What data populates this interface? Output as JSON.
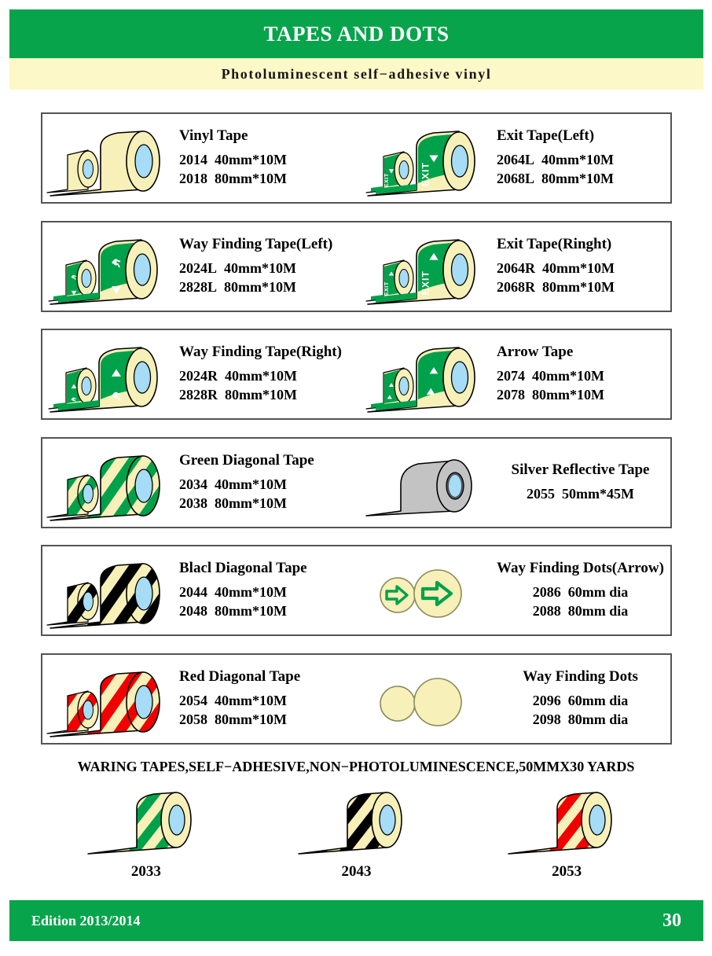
{
  "header": {
    "title": "TAPES AND DOTS",
    "subtitle": "Photoluminescent self−adhesive vinyl",
    "band_color": "#07a44b",
    "sub_band_color": "#fdf8c8"
  },
  "products": [
    {
      "id": "vinyl-tape",
      "title": "Vinyl Tape",
      "art": "roll-plain",
      "lines": [
        {
          "sku": "2014",
          "size": "40mm*10M"
        },
        {
          "sku": "2018",
          "size": "80mm*10M"
        }
      ]
    },
    {
      "id": "exit-tape-left",
      "title": "Exit Tape(Left)",
      "art": "roll-exit-left",
      "lines": [
        {
          "sku": "2064L",
          "size": "40mm*10M"
        },
        {
          "sku": "2068L",
          "size": "80mm*10M"
        }
      ]
    },
    {
      "id": "way-finding-tape-left",
      "title": "Way Finding Tape(Left)",
      "art": "roll-wayfind-left",
      "lines": [
        {
          "sku": "2024L",
          "size": "40mm*10M"
        },
        {
          "sku": "2828L",
          "size": "80mm*10M"
        }
      ]
    },
    {
      "id": "exit-tape-right",
      "title": "Exit Tape(Ringht)",
      "art": "roll-exit-right",
      "lines": [
        {
          "sku": "2064R",
          "size": "40mm*10M"
        },
        {
          "sku": "2068R",
          "size": "80mm*10M"
        }
      ]
    },
    {
      "id": "way-finding-tape-right",
      "title": "Way Finding Tape(Right)",
      "art": "roll-wayfind-right",
      "lines": [
        {
          "sku": "2024R",
          "size": "40mm*10M"
        },
        {
          "sku": "2828R",
          "size": "80mm*10M"
        }
      ]
    },
    {
      "id": "arrow-tape",
      "title": "Arrow Tape",
      "art": "roll-arrow",
      "lines": [
        {
          "sku": "2074",
          "size": "40mm*10M"
        },
        {
          "sku": "2078",
          "size": "80mm*10M"
        }
      ]
    },
    {
      "id": "green-diagonal-tape",
      "title": "Green Diagonal Tape",
      "art": "roll-diagonal-green",
      "lines": [
        {
          "sku": "2034",
          "size": "40mm*10M"
        },
        {
          "sku": "2038",
          "size": "80mm*10M"
        }
      ]
    },
    {
      "id": "silver-reflective-tape",
      "title": "Silver Reflective Tape",
      "art": "roll-silver",
      "lines": [
        {
          "sku": "2055",
          "size": "50mm*45M"
        }
      ]
    },
    {
      "id": "black-diagonal-tape",
      "title": "Blacl Diagonal Tape",
      "art": "roll-diagonal-black",
      "lines": [
        {
          "sku": "2044",
          "size": "40mm*10M"
        },
        {
          "sku": "2048",
          "size": "80mm*10M"
        }
      ]
    },
    {
      "id": "way-finding-dots-arrow",
      "title": "Way Finding Dots(Arrow)",
      "art": "dots-arrow",
      "lines": [
        {
          "sku": "2086",
          "size": "60mm dia"
        },
        {
          "sku": "2088",
          "size": "80mm dia"
        }
      ]
    },
    {
      "id": "red-diagonal-tape",
      "title": "Red Diagonal Tape",
      "art": "roll-diagonal-red",
      "lines": [
        {
          "sku": "2054",
          "size": "40mm*10M"
        },
        {
          "sku": "2058",
          "size": "80mm*10M"
        }
      ]
    },
    {
      "id": "way-finding-dots",
      "title": "Way Finding Dots",
      "art": "dots-plain",
      "lines": [
        {
          "sku": "2096",
          "size": "60mm dia"
        },
        {
          "sku": "2098",
          "size": "80mm dia"
        }
      ]
    }
  ],
  "warning": {
    "heading": "WARING TAPES,SELF−ADHESIVE,NON−PHOTOLUMINESCENCE,50MMX30 YARDS",
    "items": [
      {
        "id": "warn-green",
        "label": "2033",
        "art": "warn-roll-green"
      },
      {
        "id": "warn-black",
        "label": "2043",
        "art": "warn-roll-black"
      },
      {
        "id": "warn-red",
        "label": "2053",
        "art": "warn-roll-red"
      }
    ]
  },
  "footer": {
    "edition": "Edition 2013/2014",
    "page_number": "30"
  },
  "colors": {
    "green": "#07a44b",
    "cream": "#fdf8c8",
    "tape_body": "#f7f0b8",
    "core_blue": "#a6dcf5",
    "sign_green": "#00a14b",
    "red": "#f00000",
    "black": "#000000",
    "silver": "#c0c0c0"
  }
}
